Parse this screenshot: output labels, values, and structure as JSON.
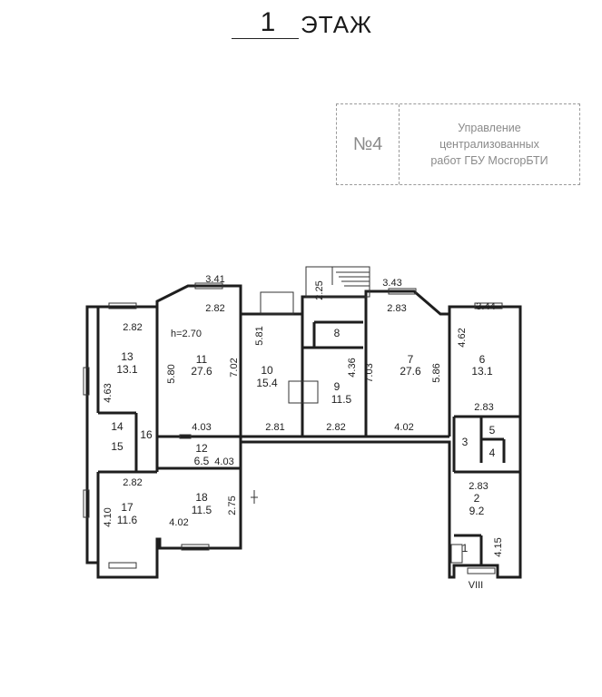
{
  "title": {
    "floor_number": "1",
    "floor_word": "ЭТАЖ"
  },
  "stamp": {
    "number": "№4",
    "lines": [
      "Управление",
      "централизованных",
      "работ ГБУ МосгорБТИ"
    ]
  },
  "plan": {
    "height_label": "h=2.70",
    "section_label": "VIII",
    "rooms": [
      {
        "number": "1",
        "area": ""
      },
      {
        "number": "2",
        "area": "9.2"
      },
      {
        "number": "3",
        "area": ""
      },
      {
        "number": "4",
        "area": ""
      },
      {
        "number": "5",
        "area": ""
      },
      {
        "number": "6",
        "area": "13.1"
      },
      {
        "number": "7",
        "area": "27.6"
      },
      {
        "number": "8",
        "area": ""
      },
      {
        "number": "9",
        "area": "11.5"
      },
      {
        "number": "10",
        "area": "15.4"
      },
      {
        "number": "11",
        "area": "27.6"
      },
      {
        "number": "12",
        "area": "6.5"
      },
      {
        "number": "13",
        "area": "13.1"
      },
      {
        "number": "14",
        "area": ""
      },
      {
        "number": "15",
        "area": ""
      },
      {
        "number": "16",
        "area": ""
      },
      {
        "number": "17",
        "area": "11.6"
      },
      {
        "number": "18",
        "area": "11.5"
      }
    ],
    "dimensions": [
      "3.41",
      "2.82",
      "2.25",
      "3.43",
      "2.83",
      "3.44",
      "2.82",
      "5.81",
      "4.62",
      "4.63",
      "5.80",
      "7.02",
      "4.36",
      "7.03",
      "5.86",
      "4.03",
      "2.81",
      "2.82",
      "4.02",
      "2.83",
      "4.03",
      "2.82",
      "2.83",
      "4.10",
      "2.75",
      "4.02",
      "4.15"
    ]
  }
}
